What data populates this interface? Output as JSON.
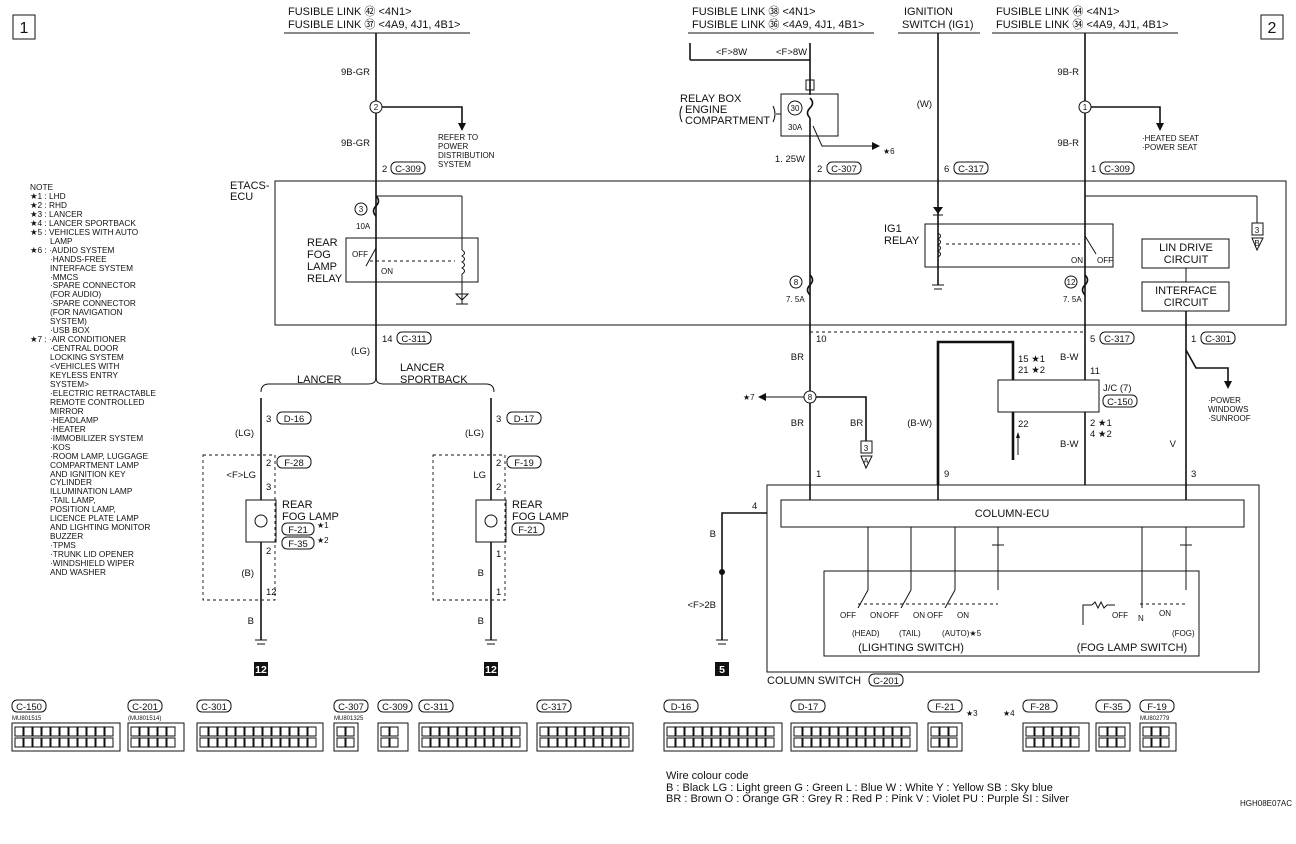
{
  "sheet": {
    "left_number": "1",
    "right_number": "2",
    "drawing_id": "HGH08E07AC"
  },
  "supplies": [
    {
      "line1": "FUSIBLE LINK ㊷ <4N1>",
      "line2": "FUSIBLE LINK ㊲ <4A9, 4J1, 4B1>"
    },
    {
      "line1": "FUSIBLE LINK ㊳ <4N1>",
      "line2": "FUSIBLE LINK ㊱ <4A9, 4J1, 4B1>"
    },
    {
      "line1": "IGNITION",
      "line2": "SWITCH (IG1)"
    },
    {
      "line1": "FUSIBLE LINK ㊹ <4N1>",
      "line2": "FUSIBLE LINK ㉞ <4A9, 4J1, 4B1>"
    }
  ],
  "notes": {
    "title": "NOTE",
    "lines": [
      "★1 : LHD",
      "★2 : RHD",
      "★3 : LANCER",
      "★4 : LANCER SPORTBACK",
      "★5 : VEHICLES WITH AUTO",
      "LAMP",
      "★6 : ·AUDIO SYSTEM",
      "·HANDS-FREE",
      "INTERFACE SYSTEM",
      "·MMCS",
      "·SPARE CONNECTOR",
      "(FOR AUDIO)",
      "·SPARE CONNECTOR",
      "(FOR NAVIGATION",
      "SYSTEM)",
      "·USB BOX",
      "★7 : ·AIR CONDITIONER",
      "·CENTRAL DOOR",
      "LOCKING SYSTEM",
      "<VEHICLES WITH",
      "KEYLESS ENTRY",
      "SYSTEM>",
      "·ELECTRIC RETRACTABLE",
      "REMOTE CONTROLLED",
      "MIRROR",
      "·HEADLAMP",
      "·HEATER",
      "·IMMOBILIZER SYSTEM",
      "·KOS",
      "·ROOM LAMP, LUGGAGE",
      "COMPARTMENT LAMP",
      "AND IGNITION KEY",
      "CYLINDER",
      "ILLUMINATION LAMP",
      "·TAIL LAMP,",
      "POSITION LAMP,",
      "LICENCE PLATE LAMP",
      "AND LIGHTING MONITOR",
      "BUZZER",
      "·TPMS",
      "·TRUNK LID OPENER",
      "·WINDSHIELD WIPER",
      "AND WASHER"
    ]
  },
  "labels": {
    "wire_9bgr_a": "9B-GR",
    "wire_9bgr_b": "9B-GR",
    "wire_9br_a": "9B-R",
    "wire_9br_b": "9B-R",
    "node2": "2",
    "node1": "1",
    "refer": [
      "REFER TO",
      "POWER",
      "DISTRIBUTION",
      "SYSTEM"
    ],
    "heated": [
      "·HEATED SEAT",
      "·POWER SEAT"
    ],
    "f8w_a": "<F>8W",
    "f8w_b": "<F>8W",
    "relay_box": [
      "RELAY BOX",
      "ENGINE",
      "COMPARTMENT"
    ],
    "fuse30": "30",
    "fuse30a": "30A",
    "star6": "★6",
    "w125": "1. 25W",
    "wire_w": "(W)",
    "pin_c309_a": "2",
    "conn_c309": "C-309",
    "pin_c307": "2",
    "conn_c307": "C-307",
    "pin_c317_a": "6",
    "conn_c317": "C-317",
    "pin_c309_b": "1",
    "etacs": [
      "ETACS-",
      "ECU"
    ],
    "fuse3": "3",
    "fuse10a": "10A",
    "rear_fog_relay": [
      "REAR",
      "FOG",
      "LAMP",
      "RELAY"
    ],
    "off": "OFF",
    "on": "ON",
    "ig1_relay": [
      "IG1",
      "RELAY"
    ],
    "ig_on": "ON",
    "ig_off": "OFF",
    "lin_drive": [
      "LIN DRIVE",
      "CIRCUIT"
    ],
    "interface": [
      "INTERFACE",
      "CIRCUIT"
    ],
    "ref3": "3",
    "refB": "B",
    "fuse8": "8",
    "fuse12": "12",
    "fuse75a": "7. 5A",
    "fuse75b": "7. 5A",
    "pin14": "14",
    "conn_c311": "C-311",
    "lg": "(LG)",
    "lancer": "LANCER",
    "sportback": [
      "LANCER",
      "SPORTBACK"
    ],
    "pin10": "10",
    "pin5": "5",
    "pin1_c301": "1",
    "conn_c301": "C-301",
    "br_a": "BR",
    "br_b": "BR",
    "br_c": "BR",
    "br_d": "BR",
    "star7": "★7",
    "ref3b": "3",
    "refA": "A",
    "p15": "15 ★1",
    "p21": "21 ★2",
    "bw_a": "B-W",
    "p11": "11",
    "jc": "J/C (7)",
    "conn_c150": "C-150",
    "p2": "2 ★1",
    "p4": "4 ★2",
    "p22": "22",
    "bw_b": "B-W",
    "bw_paren": "(B-W)",
    "power_windows": [
      "·POWER",
      "WINDOWS",
      "·SUNROOF"
    ],
    "v": "V",
    "pin_1": "1",
    "pin_9": "9",
    "pin_3": "3",
    "pin_4": "4",
    "column_ecu": "COLUMN-ECU",
    "b_left": "B",
    "f2b": "<F>2B",
    "ground5": "5",
    "sw_off1": "OFF",
    "sw_on1": "ON",
    "sw_off2": "OFF",
    "sw_on2": "ON",
    "sw_off3": "OFF",
    "sw_on3": "ON",
    "head": "(HEAD)",
    "tail": "(TAIL)",
    "auto": "(AUTO)★5",
    "lighting_switch": "(LIGHTING SWITCH)",
    "fog_off": "OFF",
    "fog_n": "N",
    "fog_on": "ON",
    "fog": "(FOG)",
    "fog_lamp_switch": "(FOG LAMP SWITCH)",
    "column_switch": "COLUMN SWITCH",
    "conn_c201": "C-201",
    "l_pin3": "3",
    "conn_d16": "D-16",
    "l_lg": "(LG)",
    "l_pin2": "2",
    "conn_f28": "F-28",
    "flg": "<F>LG",
    "l_pin3b": "3",
    "rear_fog_lamp_l": [
      "REAR",
      "FOG LAMP"
    ],
    "conn_f21a": "F-21",
    "star1": "★1",
    "conn_f35": "F-35",
    "star2": "★2",
    "l_pin2b": "2",
    "l_b_paren": "(B)",
    "l_pin12": "12",
    "l_b": "B",
    "ground12a": "12",
    "r_pin3": "3",
    "conn_d17": "D-17",
    "r_lg_paren": "(LG)",
    "r_pin2": "2",
    "conn_f19": "F-19",
    "r_lg": "LG",
    "r_pin2b": "2",
    "rear_fog_lamp_r": [
      "REAR",
      "FOG LAMP"
    ],
    "conn_f21b": "F-21",
    "r_pin1": "1",
    "r_b": "B",
    "r_pin1b": "1",
    "r_b2": "B",
    "ground12b": "12"
  },
  "connectors": [
    {
      "id": "C-150",
      "part": "MU801515"
    },
    {
      "id": "C-201",
      "part": "(MU801514)"
    },
    {
      "id": "C-301",
      "part": ""
    },
    {
      "id": "C-307",
      "part": "MU801325"
    },
    {
      "id": "C-309",
      "part": ""
    },
    {
      "id": "C-311",
      "part": ""
    },
    {
      "id": "C-317",
      "part": ""
    },
    {
      "id": "D-16",
      "part": ""
    },
    {
      "id": "D-17",
      "part": ""
    },
    {
      "id": "F-21",
      "part": ""
    },
    {
      "id": "F-28",
      "part": ""
    },
    {
      "id": "F-35",
      "part": ""
    },
    {
      "id": "F-19",
      "part": "MU802779"
    }
  ],
  "connector_stars": {
    "f21": "★3",
    "f21b": "★4"
  },
  "wire_colour_code": {
    "title": "Wire colour code",
    "line1": "B : Black    LG : Light green    G : Green    L : Blue    W : White    Y : Yellow    SB : Sky blue",
    "line2": "BR : Brown    O : Orange    GR : Grey    R : Red    P : Pink    V : Violet    PU : Purple    SI : Silver"
  }
}
